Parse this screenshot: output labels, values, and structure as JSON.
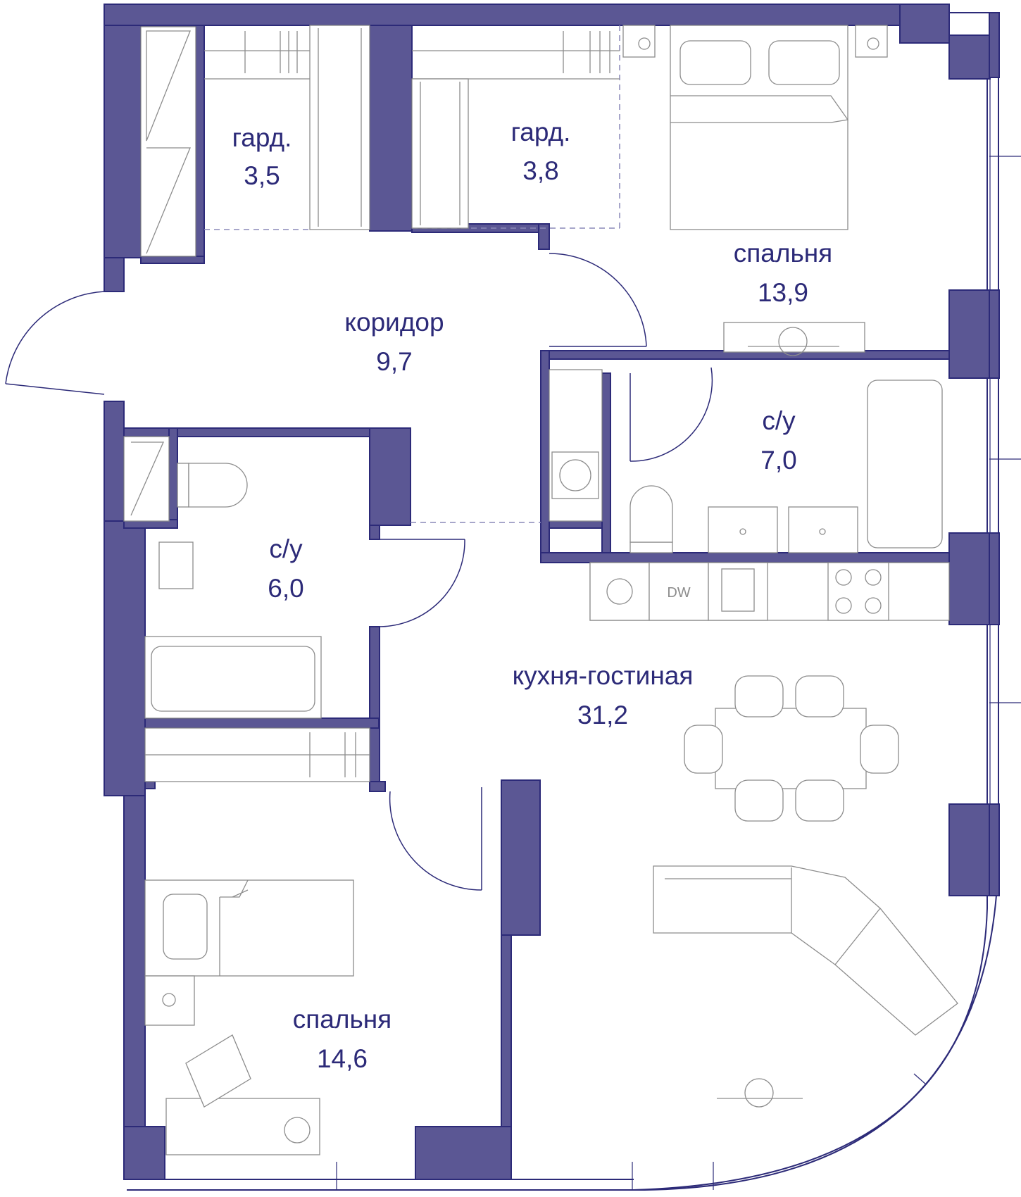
{
  "rooms": [
    {
      "id": "wardrobe-1",
      "label": "гард.",
      "area": "3,5"
    },
    {
      "id": "wardrobe-2",
      "label": "гард.",
      "area": "3,8"
    },
    {
      "id": "bedroom-1",
      "label": "спальня",
      "area": "13,9"
    },
    {
      "id": "corridor",
      "label": "коридор",
      "area": "9,7"
    },
    {
      "id": "bathroom-1",
      "label": "с/у",
      "area": "7,0"
    },
    {
      "id": "bathroom-2",
      "label": "с/у",
      "area": "6,0"
    },
    {
      "id": "kitchen-living",
      "label": "кухня-гостиная",
      "area": "31,2"
    },
    {
      "id": "bedroom-2",
      "label": "спальня",
      "area": "14,6"
    }
  ],
  "appliances": {
    "dishwasher": "DW"
  },
  "colors": {
    "wall": "#5b5794",
    "line": "#2c2a78",
    "furniture": "#8c8c8c"
  }
}
